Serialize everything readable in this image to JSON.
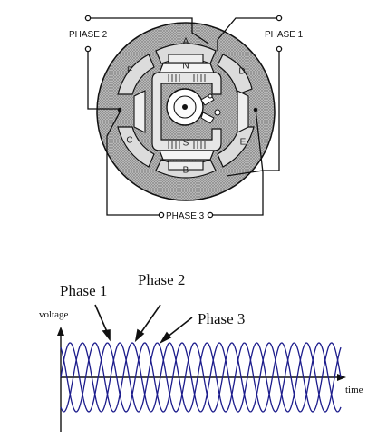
{
  "motor_diagram": {
    "terminal_labels": {
      "phase_2": "PHASE 2",
      "phase_1": "PHASE 1",
      "phase_3": "PHASE 3"
    },
    "stator_pole_letters": [
      "A",
      "D",
      "E",
      "B",
      "C",
      "F"
    ],
    "rotor_pole_letters": {
      "north": "N",
      "south": "S"
    },
    "colors": {
      "stator_fill": "#9a9a9a",
      "pole_fill": "#d0d0d0",
      "rotor_fill": "#ffffff",
      "line": "#111111"
    }
  },
  "waveform_diagram": {
    "phase_labels": [
      "Phase 1",
      "Phase 2",
      "Phase 3"
    ],
    "y_axis_label": "voltage",
    "x_axis_label": "time",
    "wave_color": "#1c1c8c",
    "phase_offsets_deg": [
      0,
      120,
      240
    ],
    "cycles_shown": 7.5
  }
}
